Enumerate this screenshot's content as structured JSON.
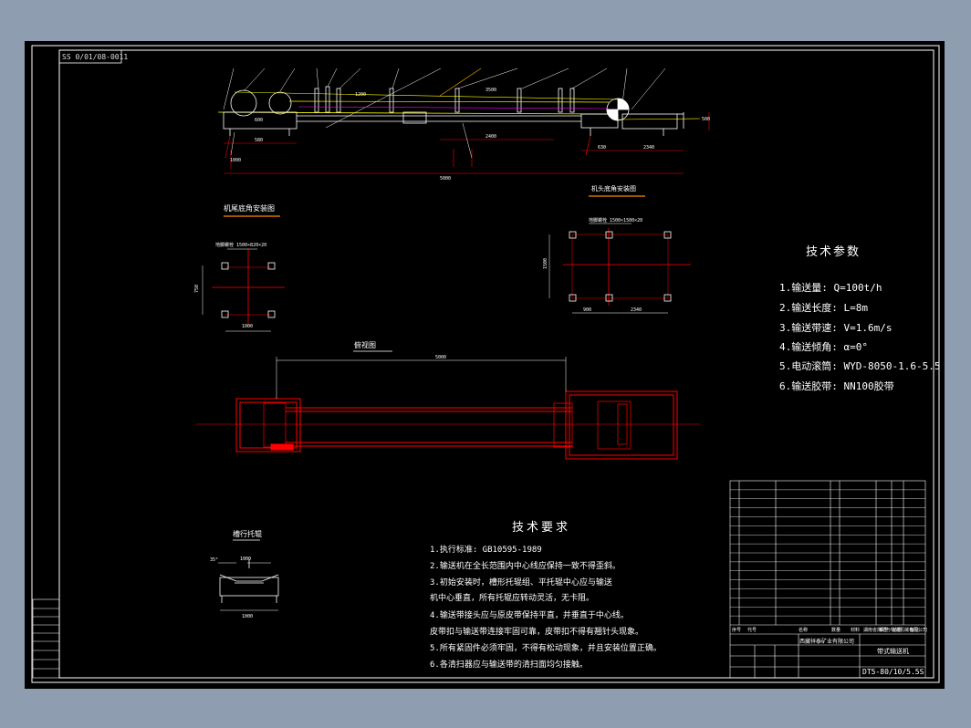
{
  "drawing_code": "SS 0/01/08-0011",
  "views": {
    "elevation_dims": {
      "overall": "5000",
      "d1": "580",
      "d2": "1000",
      "d3": "3500",
      "d4": "1200",
      "d5": "600",
      "d6": "2400",
      "d7": "630",
      "d8": "2340",
      "height": "500"
    },
    "tail_install": {
      "title": "机尾底角安装图",
      "bolt_note": "地脚螺栓 1500×820×20",
      "dim_w": "1000",
      "dim_h": "750"
    },
    "head_install": {
      "title": "机头底角安装图",
      "bolt_note": "地脚螺栓 1500×1500×20",
      "dim_a": "900",
      "dim_b": "2340",
      "dim_h": "1500"
    },
    "plan_view": {
      "title": "俯视图",
      "dim": "5000"
    },
    "idler": {
      "title": "槽行托辊",
      "dim": "1000",
      "angle": "35°"
    }
  },
  "tech_params": {
    "title": "技术参数",
    "items": [
      "1.输送量:  Q=100t/h",
      "2.输送长度: L=8m",
      "3.输送带速: V=1.6m/s",
      "4.输送倾角: α=0°",
      "5.电动滚筒: WYD-8050-1.6-5.5",
      "6.输送胶带: NN100胶带"
    ]
  },
  "tech_reqs": {
    "title": "技术要求",
    "items": [
      "1.执行标准: GB10595-1989",
      "2.输送机在全长范围内中心线应保持一致不得歪斜。",
      "3.初始安装时，槽形托辊组、平托辊中心应与输送",
      "  机中心垂直，所有托辊应转动灵活，无卡阻。",
      "4.输送带接头应与原皮带保持平直，并垂直于中心线。",
      "  皮带扣与输送带连接牢固可靠，皮带扣不得有翘针头现象。",
      "5.所有紧固件必须牢固，不得有松动现象，并且安装位置正确。",
      "6.各清扫器应与输送带的清扫面均匀接触。"
    ]
  },
  "title_block": {
    "company1": "西藏祥泰矿业有限公司",
    "company2": "湖南省煤矿与物资机械有限公司",
    "product": "带式输送机",
    "drawing_no": "DT5-80/10/5.5S",
    "header": [
      "序号",
      "代号",
      "名称",
      "数量",
      "材料",
      "单重",
      "总重",
      "备注"
    ]
  },
  "colors": {
    "sheet": "#000000",
    "line": "#ffffff",
    "red": "#ff0000",
    "yellow": "#ffff00",
    "magenta": "#ff00ff",
    "orange": "#ff8800",
    "background": "#8f9db0"
  }
}
